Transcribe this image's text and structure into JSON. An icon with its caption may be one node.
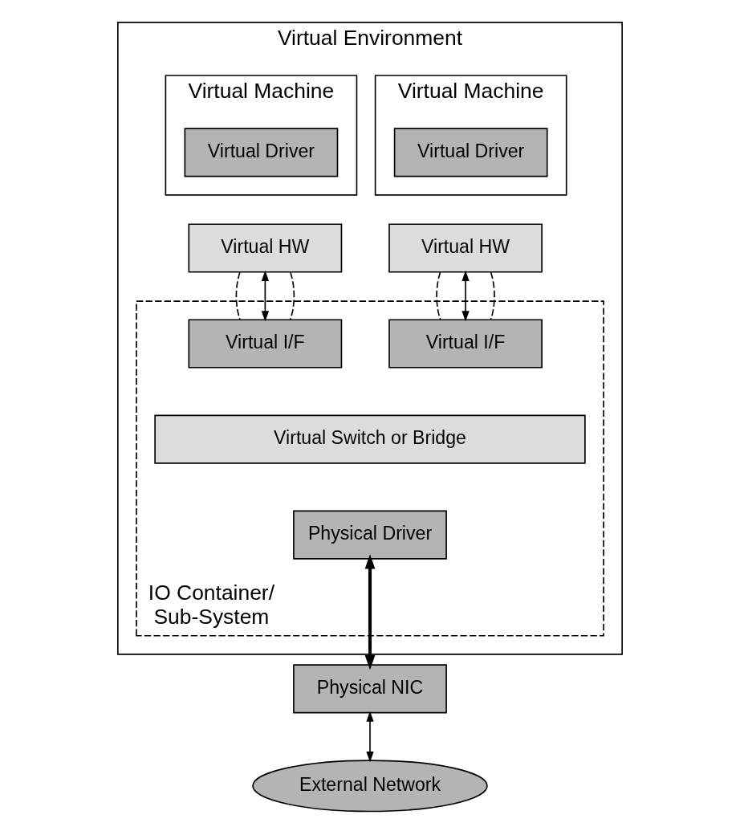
{
  "diagram": {
    "nodes": [
      {
        "text": [
          "Virtual Environment"
        ]
      },
      {
        "text": [
          "Virtual Machine"
        ],
        "in": 0
      },
      {
        "text": [
          "Virtual Driver"
        ],
        "in": 1
      },
      {
        "text": [
          "Virtual HW"
        ],
        "in": 0
      },
      {
        "text": [
          "Virtual Machine"
        ],
        "in": 0
      },
      {
        "text": [
          "Virtual Driver"
        ],
        "in": 4
      },
      {
        "text": [
          "Virtual HW"
        ],
        "in": 0
      },
      {
        "text": [
          "IO Container/ Sub-System"
        ],
        "in": 0
      },
      {
        "text": [
          "Virtual I/F"
        ],
        "in": 7
      },
      {
        "text": [
          "Virtual I/F"
        ],
        "in": 7
      },
      {
        "text": [
          "Virtual Switch or Bridge"
        ],
        "in": 7
      },
      {
        "text": [
          "Physical Driver"
        ],
        "in": 7
      },
      {
        "text": [
          "Physical NIC"
        ]
      },
      {
        "text": [
          "External Network"
        ]
      }
    ],
    "edges": [
      {
        "from": 3,
        "to": 8,
        "arrow": "none",
        "style": "dashed"
      },
      {
        "from": 3,
        "to": 8,
        "arrow": "both"
      },
      {
        "from": 3,
        "to": 8,
        "arrow": "none",
        "style": "dashed"
      },
      {
        "from": 6,
        "to": 9,
        "arrow": "none",
        "style": "dashed"
      },
      {
        "from": 6,
        "to": 9,
        "arrow": "both"
      },
      {
        "from": 6,
        "to": 9,
        "arrow": "none",
        "style": "dashed"
      },
      {
        "from": 11,
        "to": 12,
        "arrow": "both",
        "style": "thick"
      },
      {
        "from": 12,
        "to": 13,
        "arrow": "both"
      }
    ]
  }
}
